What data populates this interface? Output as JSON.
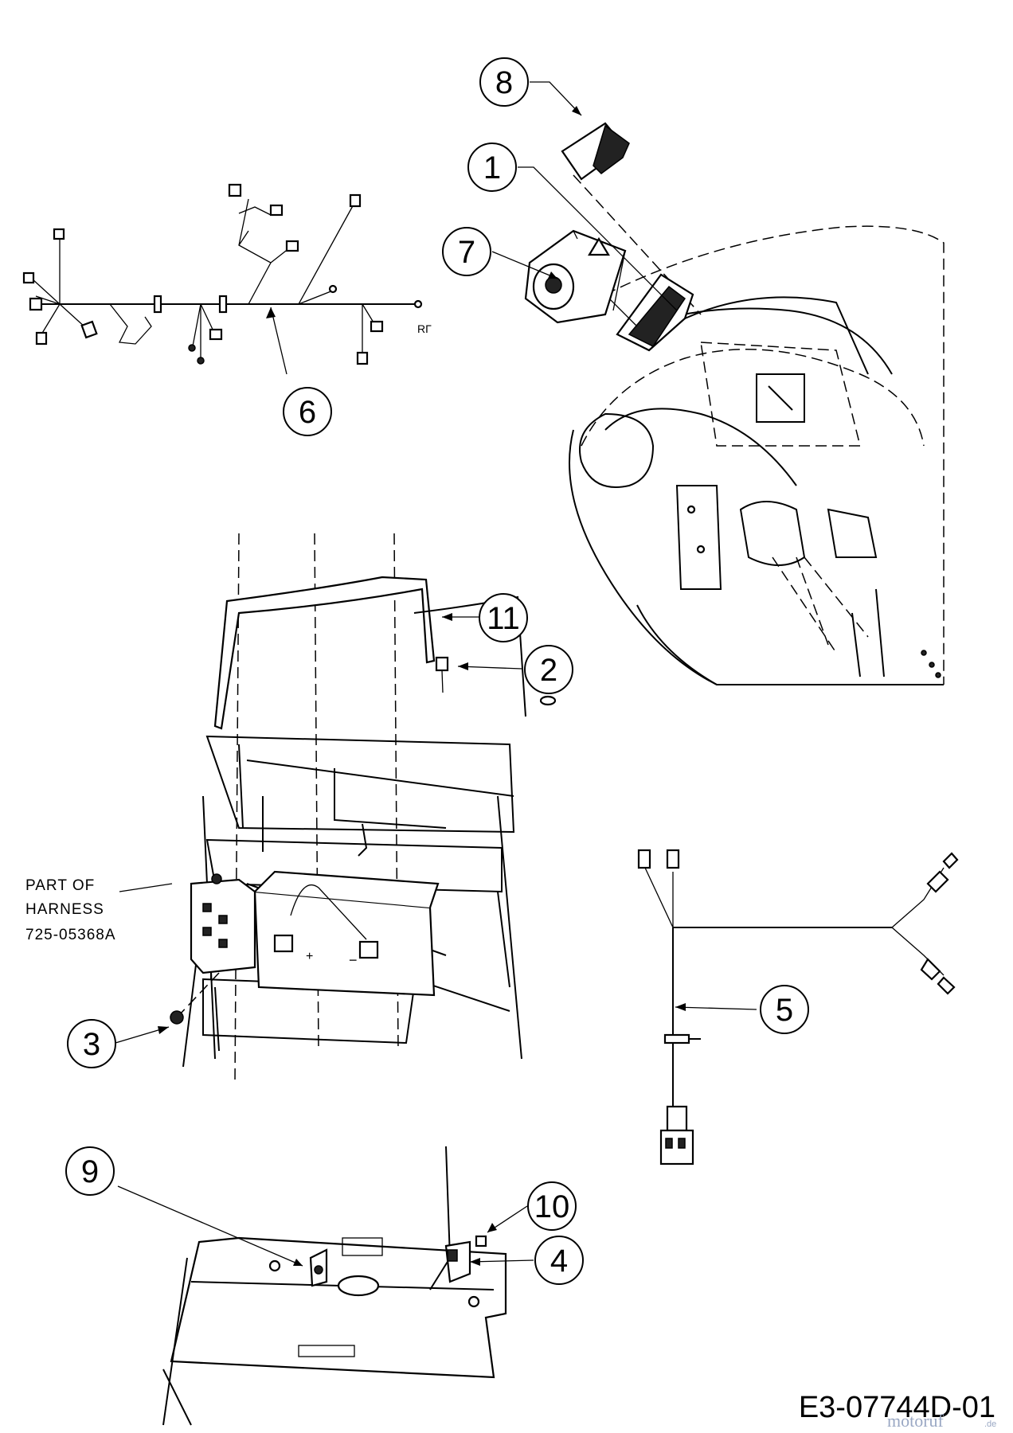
{
  "diagram": {
    "callouts": [
      {
        "id": "c8",
        "label": "8"
      },
      {
        "id": "c1",
        "label": "1"
      },
      {
        "id": "c7",
        "label": "7"
      },
      {
        "id": "c6",
        "label": "6"
      },
      {
        "id": "c11",
        "label": "11"
      },
      {
        "id": "c2",
        "label": "2"
      },
      {
        "id": "c5",
        "label": "5"
      },
      {
        "id": "c3",
        "label": "3"
      },
      {
        "id": "c9",
        "label": "9"
      },
      {
        "id": "c10",
        "label": "10"
      },
      {
        "id": "c4",
        "label": "4"
      }
    ],
    "note": {
      "line1": "PART OF",
      "line2": "HARNESS",
      "part_number": "725-05368A"
    },
    "harness_tag": "RГ",
    "drawing_code": "E3-07744D-01",
    "watermark": {
      "name": "motoruf",
      "suffix": ".de"
    }
  }
}
